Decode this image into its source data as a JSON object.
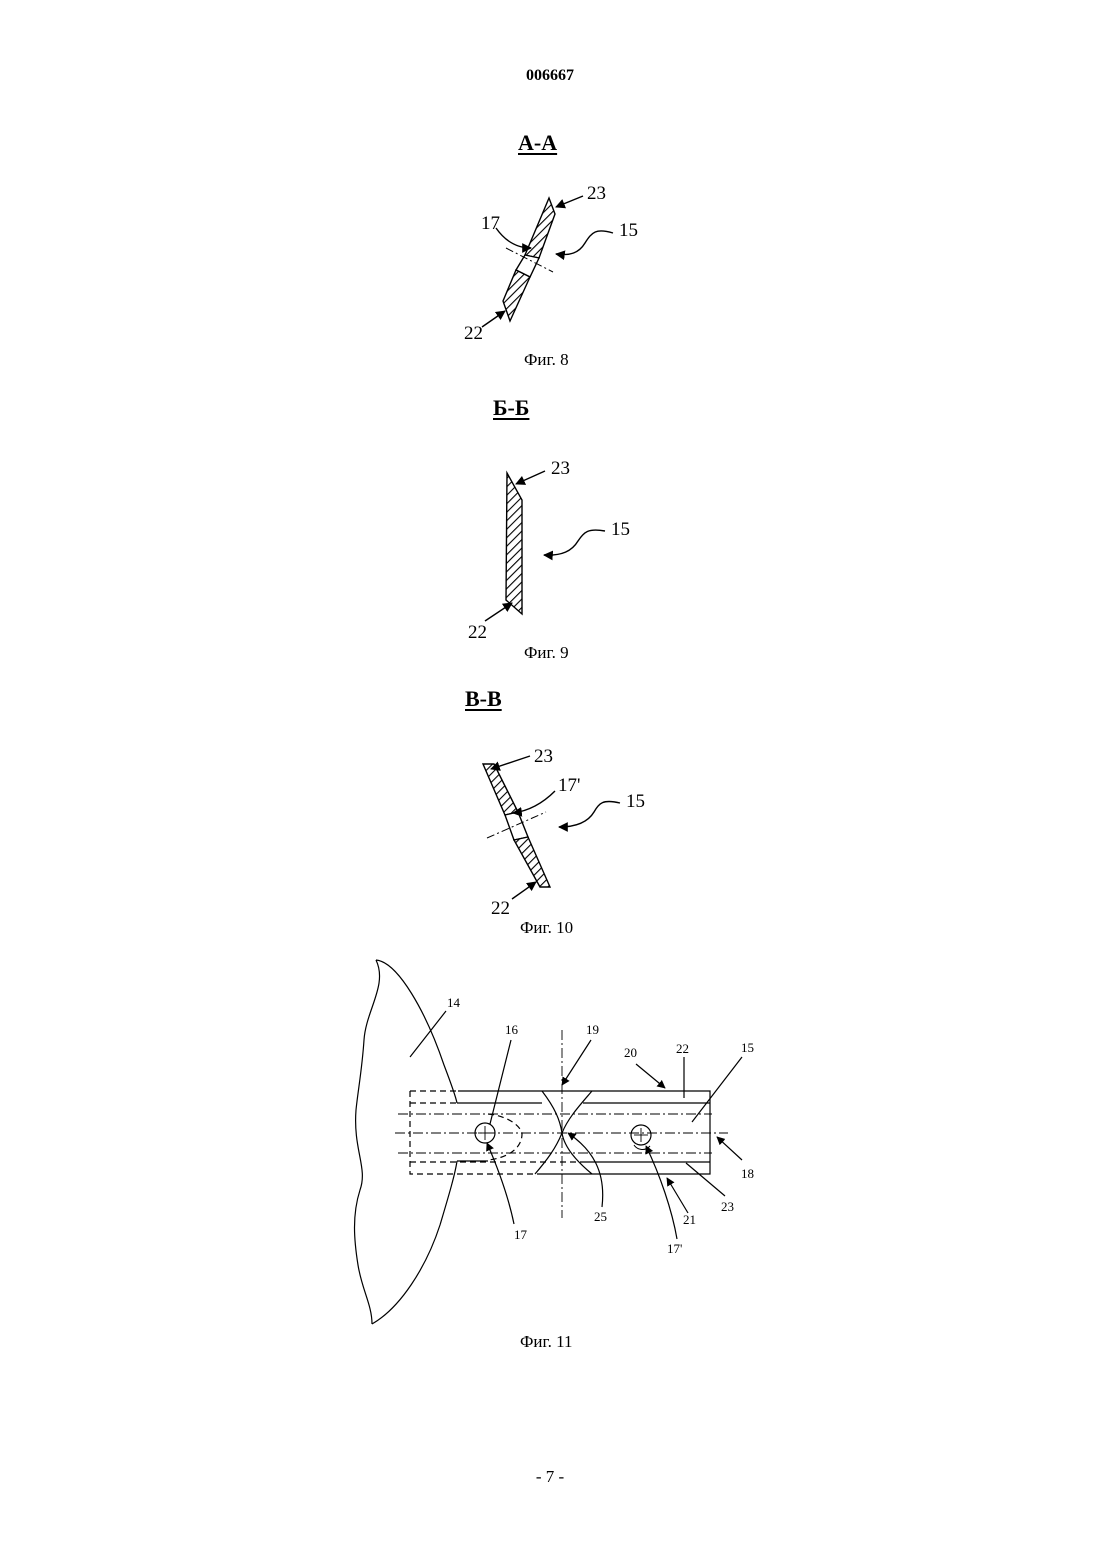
{
  "header": {
    "doc_number": "006667"
  },
  "fig8": {
    "section_title": "А-А",
    "caption": "Фиг. 8",
    "labels": {
      "l23": "23",
      "l17": "17",
      "l15": "15",
      "l22": "22"
    }
  },
  "fig9": {
    "section_title": "Б-Б",
    "caption": "Фиг. 9",
    "labels": {
      "l23": "23",
      "l15": "15",
      "l22": "22"
    }
  },
  "fig10": {
    "section_title": "В-В",
    "caption": "Фиг. 10",
    "labels": {
      "l23": "23",
      "l17p": "17'",
      "l15": "15",
      "l22": "22"
    }
  },
  "fig11": {
    "caption": "Фиг. 11",
    "labels": {
      "l14": "14",
      "l16": "16",
      "l19": "19",
      "l20": "20",
      "l22": "22",
      "l15": "15",
      "l18": "18",
      "l23": "23",
      "l21": "21",
      "l17p": "17'",
      "l25": "25",
      "l17": "17"
    }
  },
  "footer": {
    "page_number": "- 7 -"
  }
}
